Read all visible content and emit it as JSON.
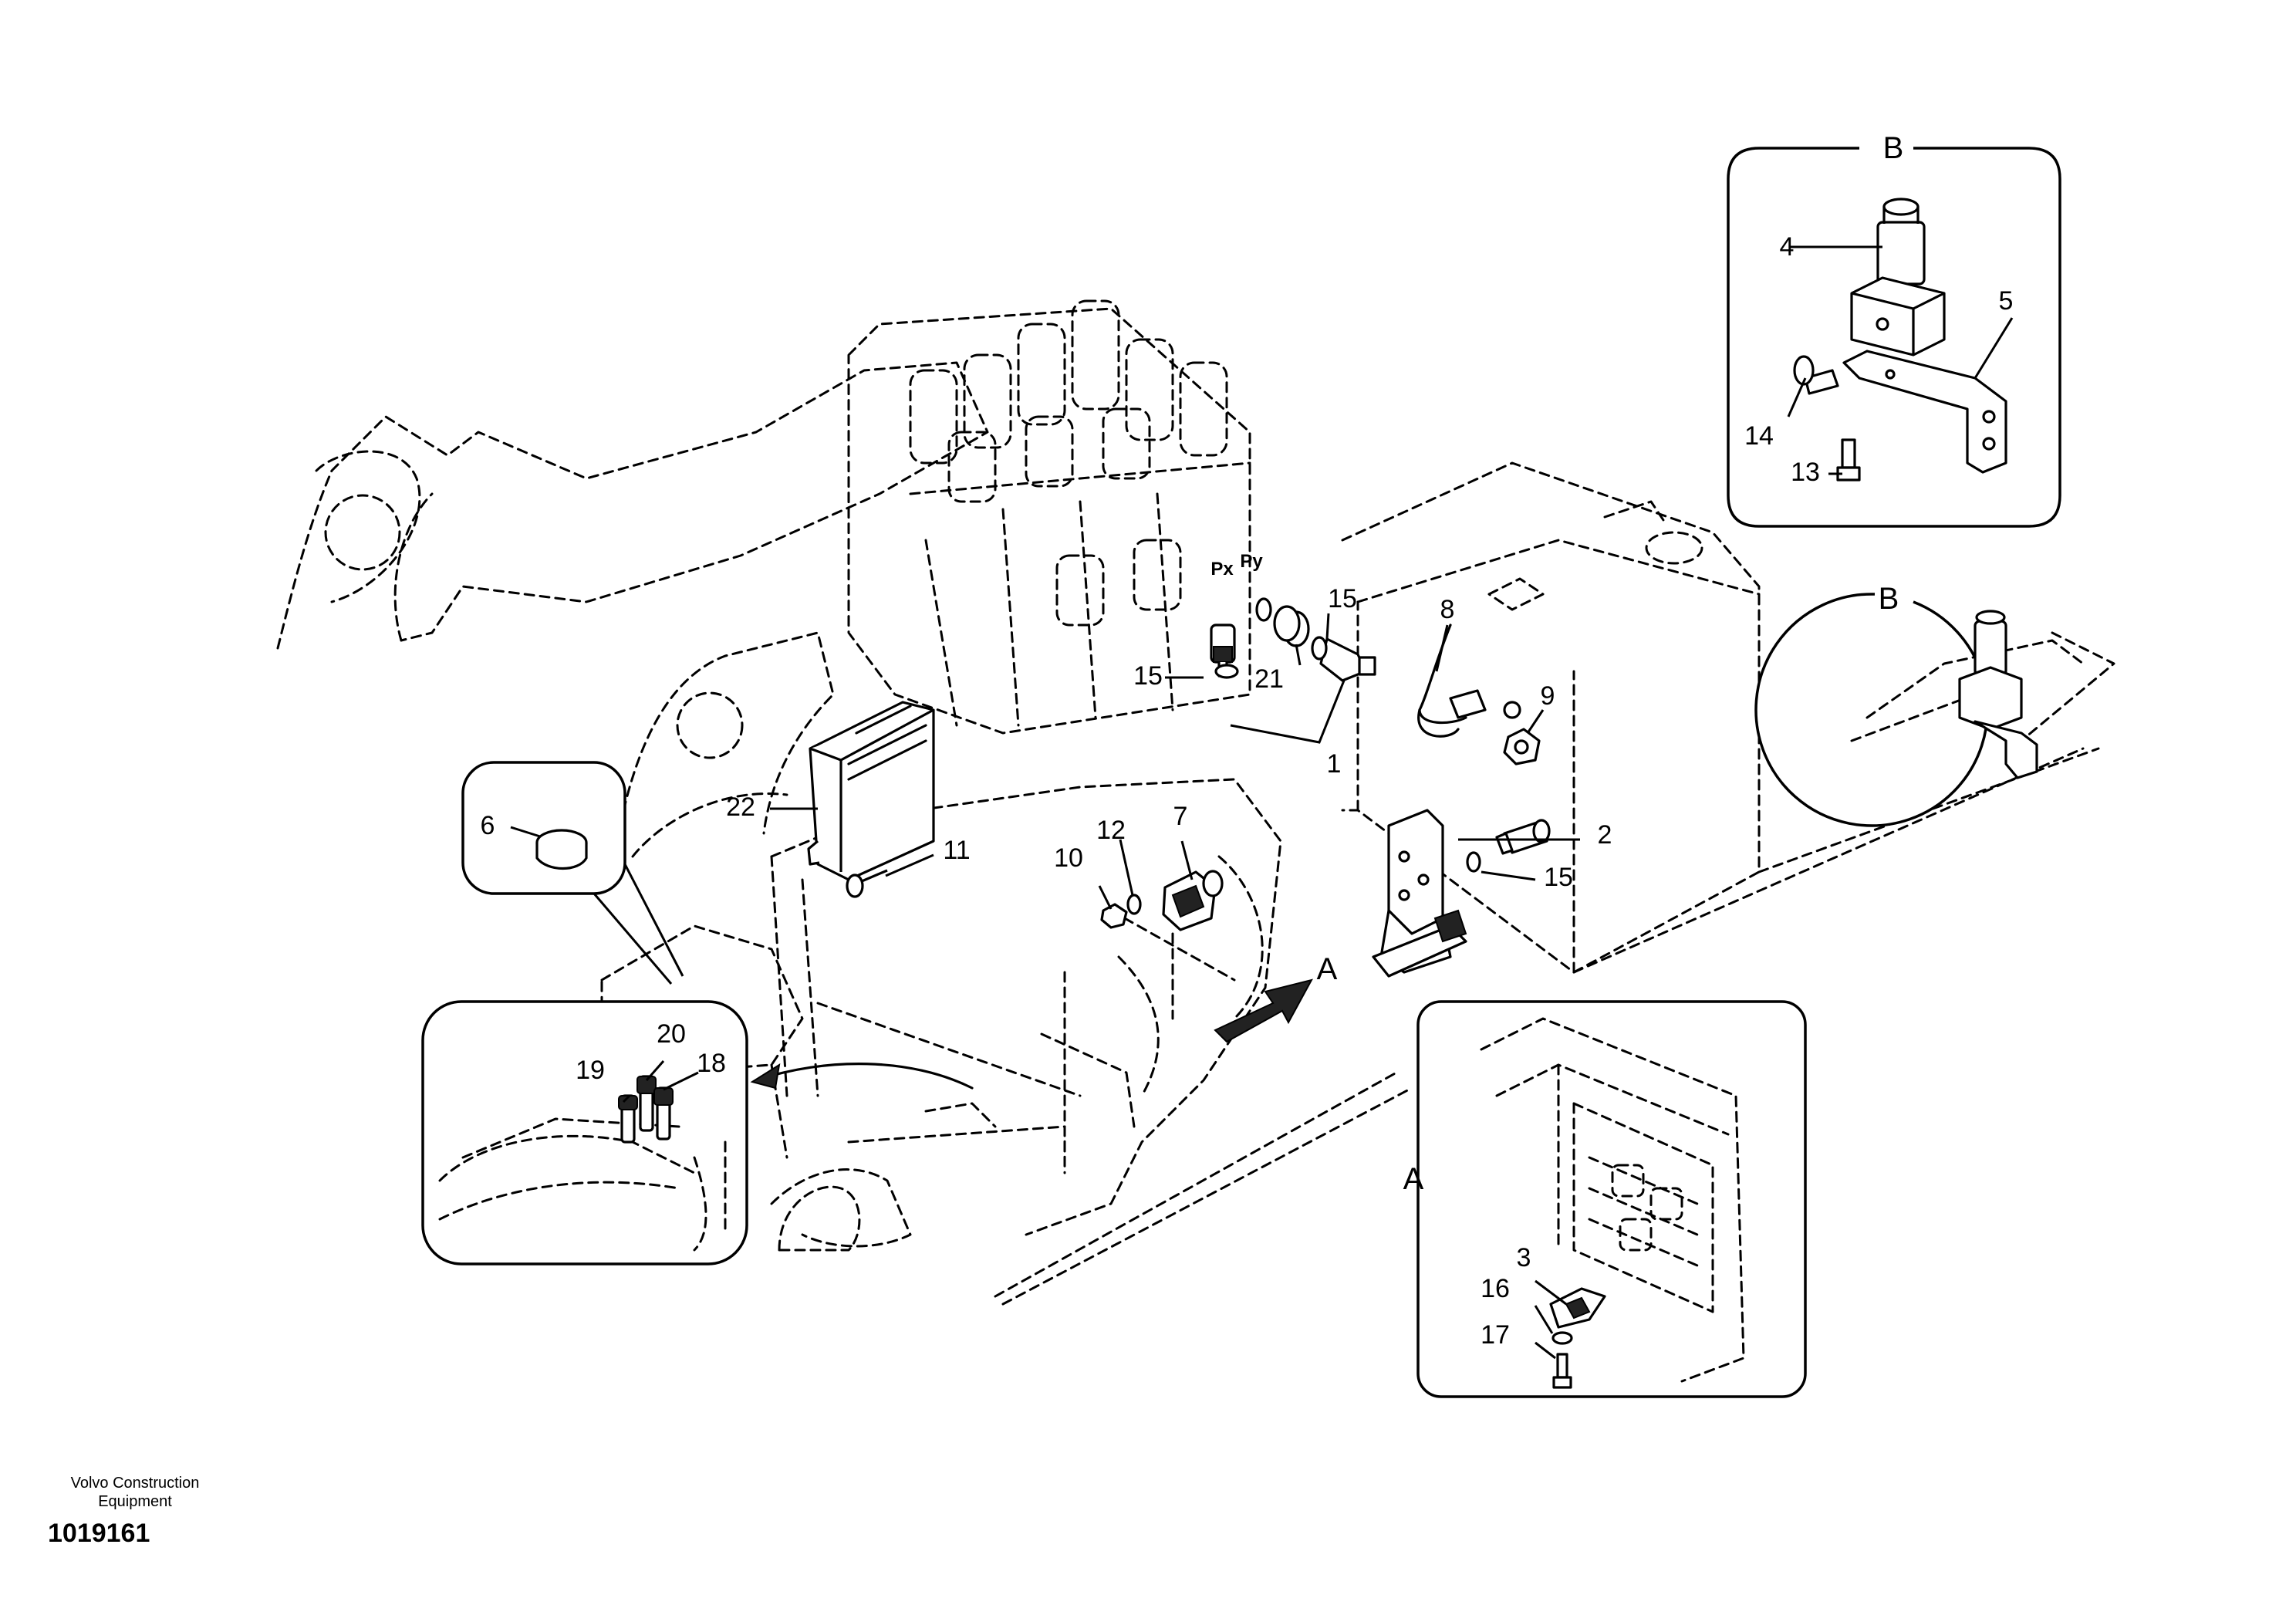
{
  "callouts": {
    "c1": "1",
    "c2": "2",
    "c3": "3",
    "c4": "4",
    "c5": "5",
    "c6": "6",
    "c7": "7",
    "c8": "8",
    "c9": "9",
    "c10": "10",
    "c11": "11",
    "c12": "12",
    "c13": "13",
    "c14": "14",
    "c15a": "15",
    "c15b": "15",
    "c15c": "15",
    "c16": "16",
    "c17": "17",
    "c18": "18",
    "c19": "19",
    "c20": "20",
    "c21": "21",
    "c22": "22"
  },
  "views": {
    "a_arrow": "A",
    "a_detail": "A",
    "b_detail": "B",
    "b_circle": "B"
  },
  "ports": {
    "px": "Px",
    "py": "Py"
  },
  "footer": {
    "company": "Volvo Construction\nEquipment",
    "drawing_id": "1019161"
  }
}
